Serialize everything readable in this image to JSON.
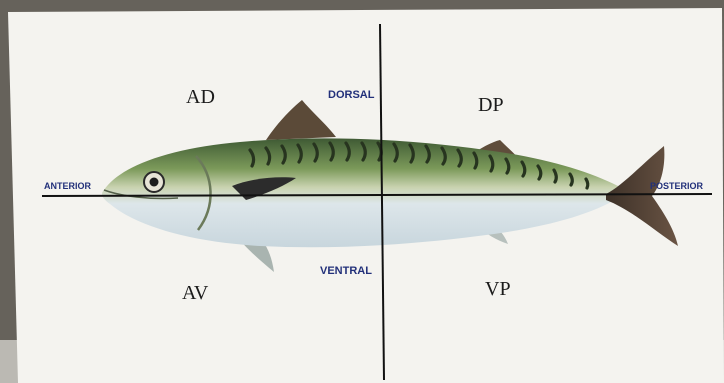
{
  "labels": {
    "anterior": "ANTERIOR",
    "posterior": "POSTERIOR",
    "dorsal": "DORSAL",
    "ventral": "VENTRAL",
    "quadrants": {
      "anterior_dorsal": "AD",
      "posterior_dorsal": "DP",
      "anterior_ventral": "AV",
      "posterior_ventral": "VP"
    }
  },
  "colors": {
    "paper": "#f4f3ef",
    "axis_label": "#22307a",
    "fish_back": "#5f7a44",
    "fish_belly": "#dfe7ea",
    "tail": "#4a3b30"
  }
}
